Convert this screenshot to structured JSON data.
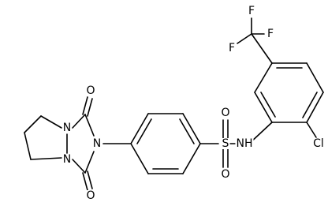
{
  "diagram": {
    "atoms": {
      "f_top": "F",
      "f_left": "F",
      "f_mid": "F",
      "o_upper": "O",
      "o_lower": "O",
      "n_ring_upper": "N",
      "n_ring_lower": "N",
      "n_imide": "N",
      "s_sulfonyl": "S",
      "o_sulfonyl_top": "O",
      "o_sulfonyl_bottom": "O",
      "nh": "NH",
      "cl": "Cl"
    },
    "colors": {
      "bond": "#000000",
      "label": "#000000",
      "background": "#ffffff"
    }
  }
}
